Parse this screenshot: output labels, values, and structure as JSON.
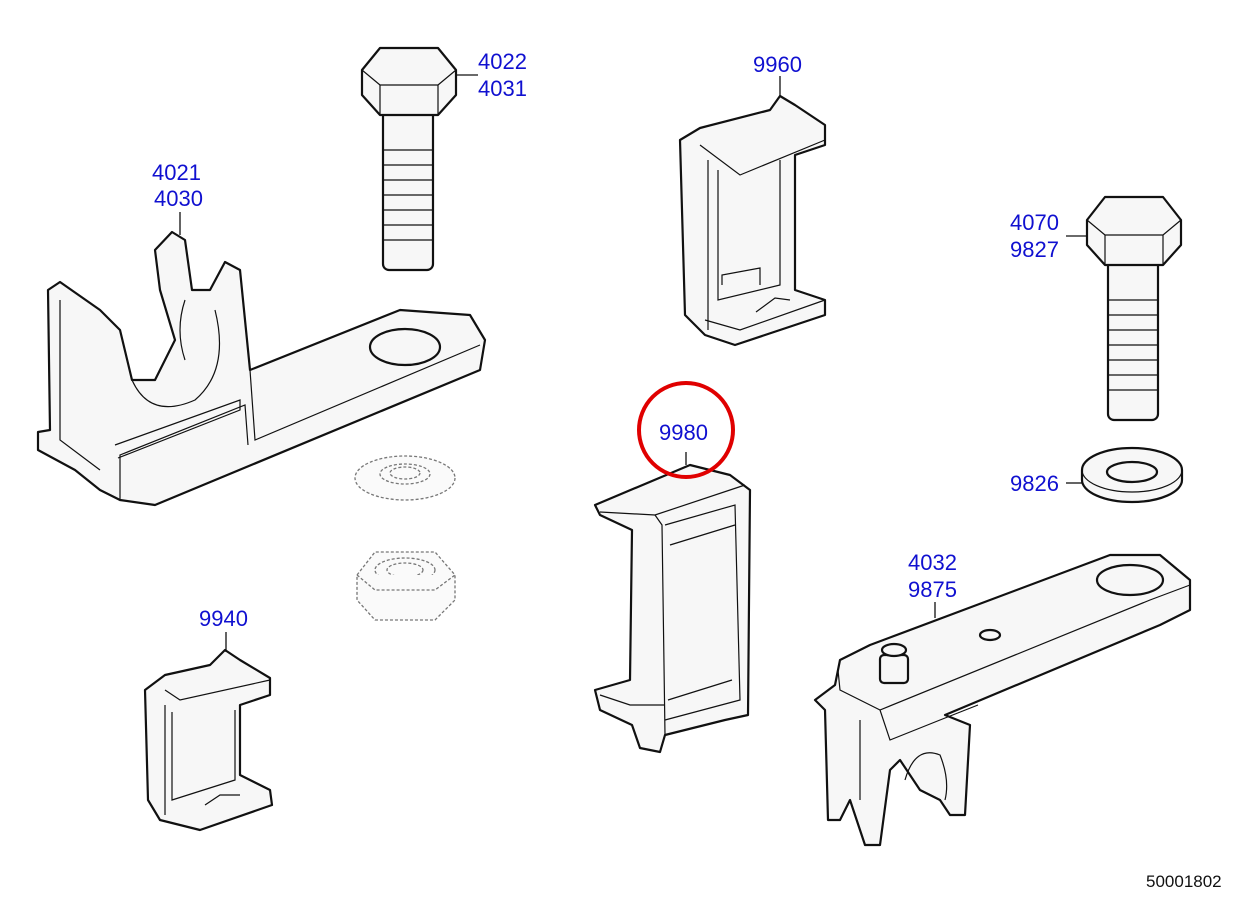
{
  "diagram": {
    "labels": {
      "bolt_top": [
        "4022",
        "4031"
      ],
      "clip_top": "9960",
      "clamp_left": [
        "4021",
        "4030"
      ],
      "bolt_right": [
        "4070",
        "9827"
      ],
      "clip_center": "9980",
      "washer": "9826",
      "clamp_right": [
        "4032",
        "9875"
      ],
      "clip_small": "9940"
    },
    "highlight_color": "#e00000",
    "label_color": "#1010d0",
    "document_number": "50001802"
  }
}
